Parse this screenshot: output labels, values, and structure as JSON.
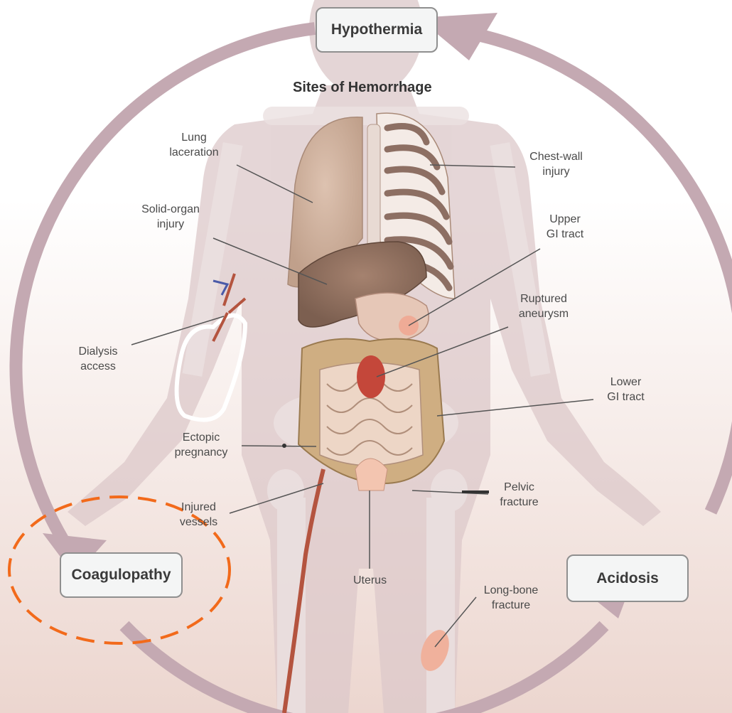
{
  "cycle": {
    "top": "Hypothermia",
    "left": "Coagulopathy",
    "right": "Acidosis"
  },
  "title": "Sites of Hemorrhage",
  "labels": {
    "lung_laceration": "Lung\nlaceration",
    "chest_wall_injury": "Chest-wall\ninjury",
    "solid_organ_injury": "Solid-organ\ninjury",
    "upper_gi_tract": "Upper\nGI tract",
    "ruptured_aneurysm": "Ruptured\naneurysm",
    "dialysis_access": "Dialysis\naccess",
    "lower_gi_tract": "Lower\nGI tract",
    "ectopic_pregnancy": "Ectopic\npregnancy",
    "pelvic_fracture": "Pelvic\nfracture",
    "injured_vessels": "Injured\nvessels",
    "uterus": "Uterus",
    "long_bone_fracture": "Long-bone\nfracture"
  },
  "colors": {
    "cycle_arrow": "#c4a9b2",
    "highlight_ellipse": "#f26a1b",
    "background_top": "#ffffff",
    "background_bottom": "#ecd6cf"
  }
}
